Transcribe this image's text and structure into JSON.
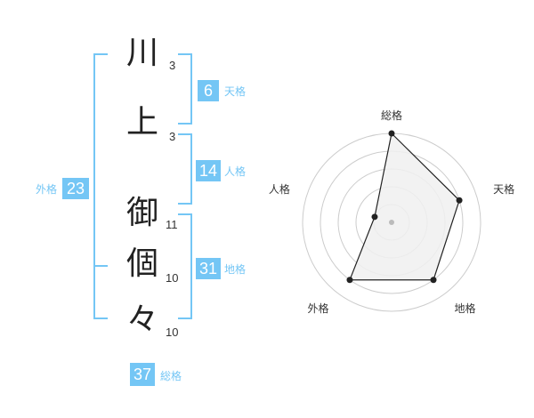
{
  "colors": {
    "accent": "#74c6f5",
    "text": "#222222",
    "radar_fill": "#f0f0f0",
    "radar_line": "#222222",
    "grid": "#cccccc"
  },
  "name": {
    "characters": [
      {
        "char": "川",
        "strokes": "3"
      },
      {
        "char": "上",
        "strokes": "3"
      },
      {
        "char": "御",
        "strokes": "11"
      },
      {
        "char": "個",
        "strokes": "10"
      },
      {
        "char": "々",
        "strokes": "10"
      }
    ]
  },
  "fortune": {
    "tenkaku": {
      "value": "6",
      "label": "天格"
    },
    "jinkaku": {
      "value": "14",
      "label": "人格"
    },
    "chikaku": {
      "value": "31",
      "label": "地格"
    },
    "gaikaku": {
      "value": "23",
      "label": "外格"
    },
    "soukaku": {
      "value": "37",
      "label": "総格"
    }
  },
  "chart_data": {
    "type": "radar",
    "axes": [
      "総格",
      "天格",
      "地格",
      "外格",
      "人格"
    ],
    "values": [
      5,
      4,
      4,
      4,
      1
    ],
    "rmax": 5,
    "rings": 5
  }
}
